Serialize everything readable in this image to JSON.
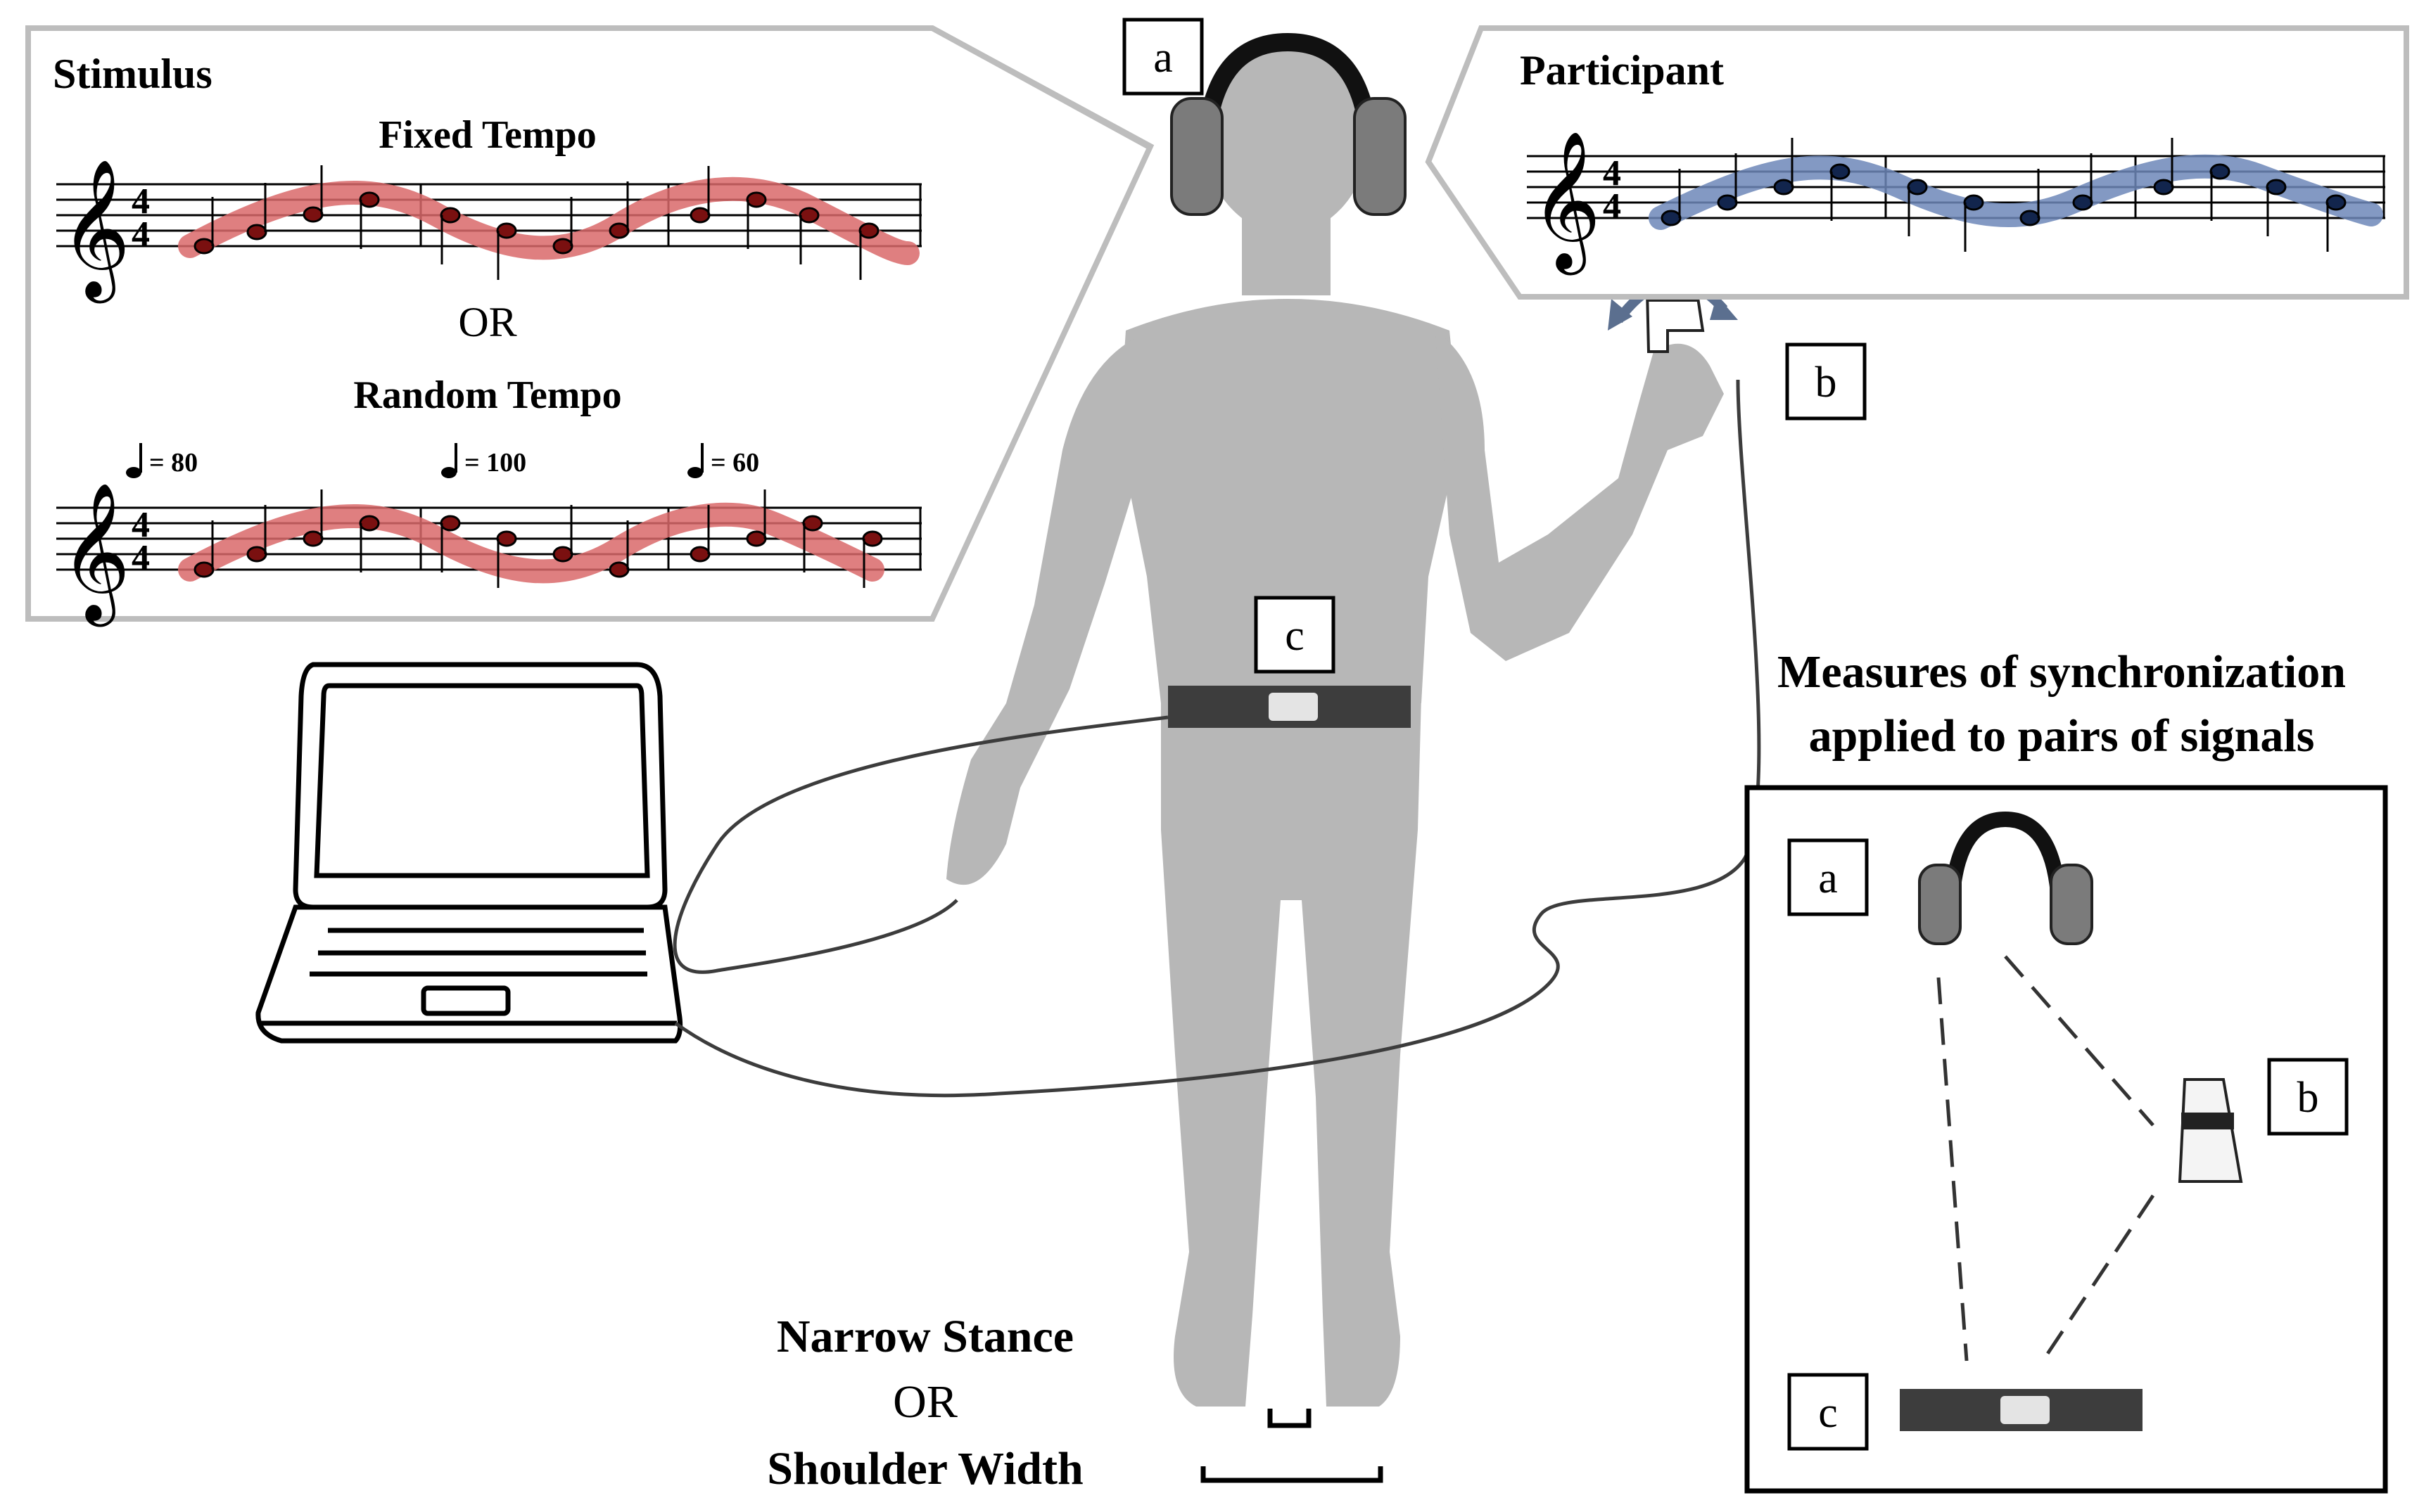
{
  "stimulus_panel": {
    "title": "Stimulus",
    "fixed_label": "Fixed Tempo",
    "or_label": "OR",
    "random_label": "Random Tempo",
    "tempo_1": "= 80",
    "tempo_2": "= 100",
    "tempo_3": "= 60",
    "time_signature_top": "4",
    "time_signature_bottom": "4",
    "wave_color": "#d9686a",
    "note_color": "#7a1010"
  },
  "participant_panel": {
    "title": "Participant",
    "time_signature_top": "4",
    "time_signature_bottom": "4",
    "wave_color": "#6d87b8",
    "note_color": "#12254d"
  },
  "figure_labels": {
    "a": "a",
    "b": "b",
    "c": "c"
  },
  "stance": {
    "narrow": "Narrow Stance",
    "or": "OR",
    "shoulder": "Shoulder Width"
  },
  "measures_panel": {
    "title_line1": "Measures of synchronization",
    "title_line2": "applied to pairs of signals",
    "label_a": "a",
    "label_b": "b",
    "label_c": "c"
  },
  "colors": {
    "silhouette": "#b7b7b7",
    "panel_border": "#bdbdbd",
    "device_dark": "#3d3d3d",
    "headphone_cup": "#7b7b7b"
  }
}
